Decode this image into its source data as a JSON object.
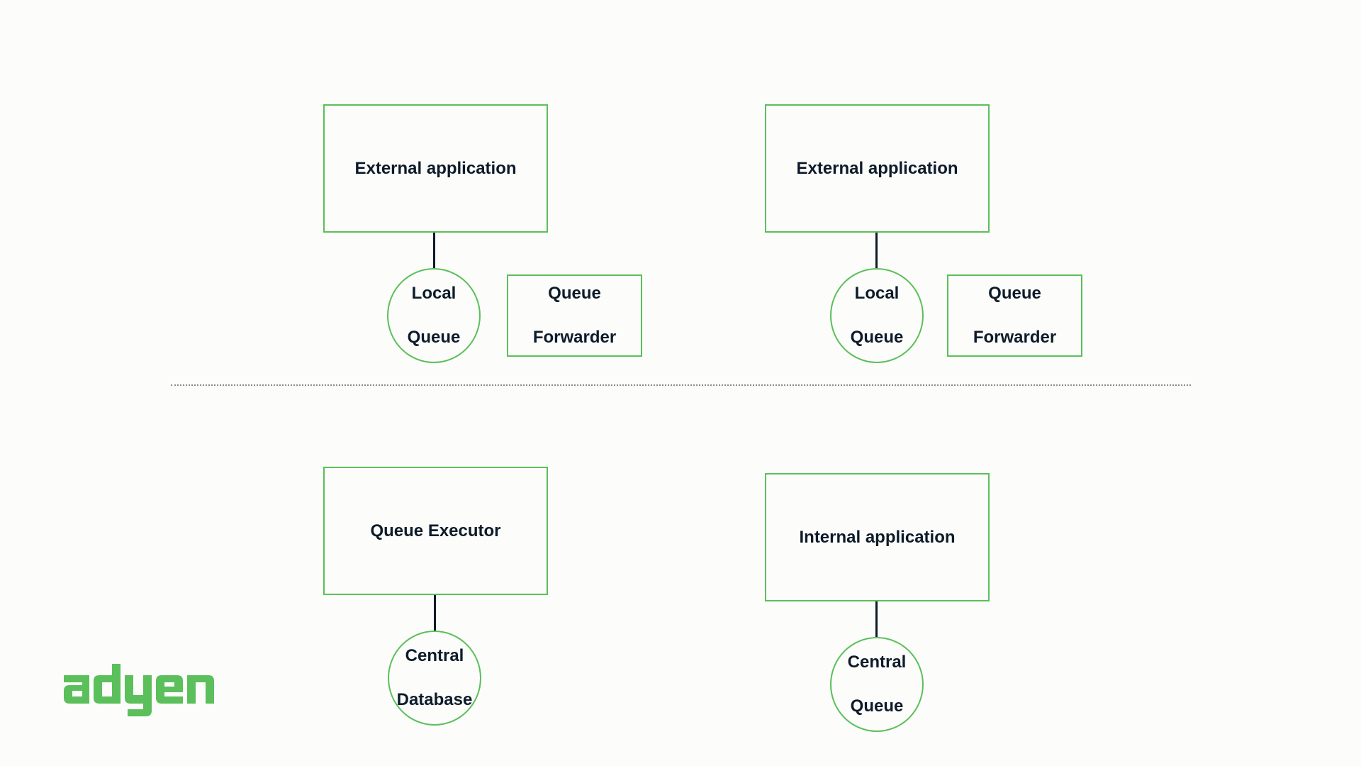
{
  "top_left": {
    "app_label": "External application",
    "local_queue": [
      "Local",
      "Queue"
    ],
    "queue_forwarder": [
      "Queue",
      "Forwarder"
    ]
  },
  "top_right": {
    "app_label": "External application",
    "local_queue": [
      "Local",
      "Queue"
    ],
    "queue_forwarder": [
      "Queue",
      "Forwarder"
    ]
  },
  "bottom_left": {
    "app_label": "Queue Executor",
    "central_db": [
      "Central",
      "Database"
    ]
  },
  "bottom_right": {
    "app_label": "Internal application",
    "central_queue": [
      "Central",
      "Queue"
    ]
  },
  "brand": {
    "logo_text": "adyen",
    "color": "#5bbf5b"
  },
  "colors": {
    "outline": "#5bbf5b",
    "connector": "#0d1b2a",
    "text": "#0d1b2a"
  }
}
